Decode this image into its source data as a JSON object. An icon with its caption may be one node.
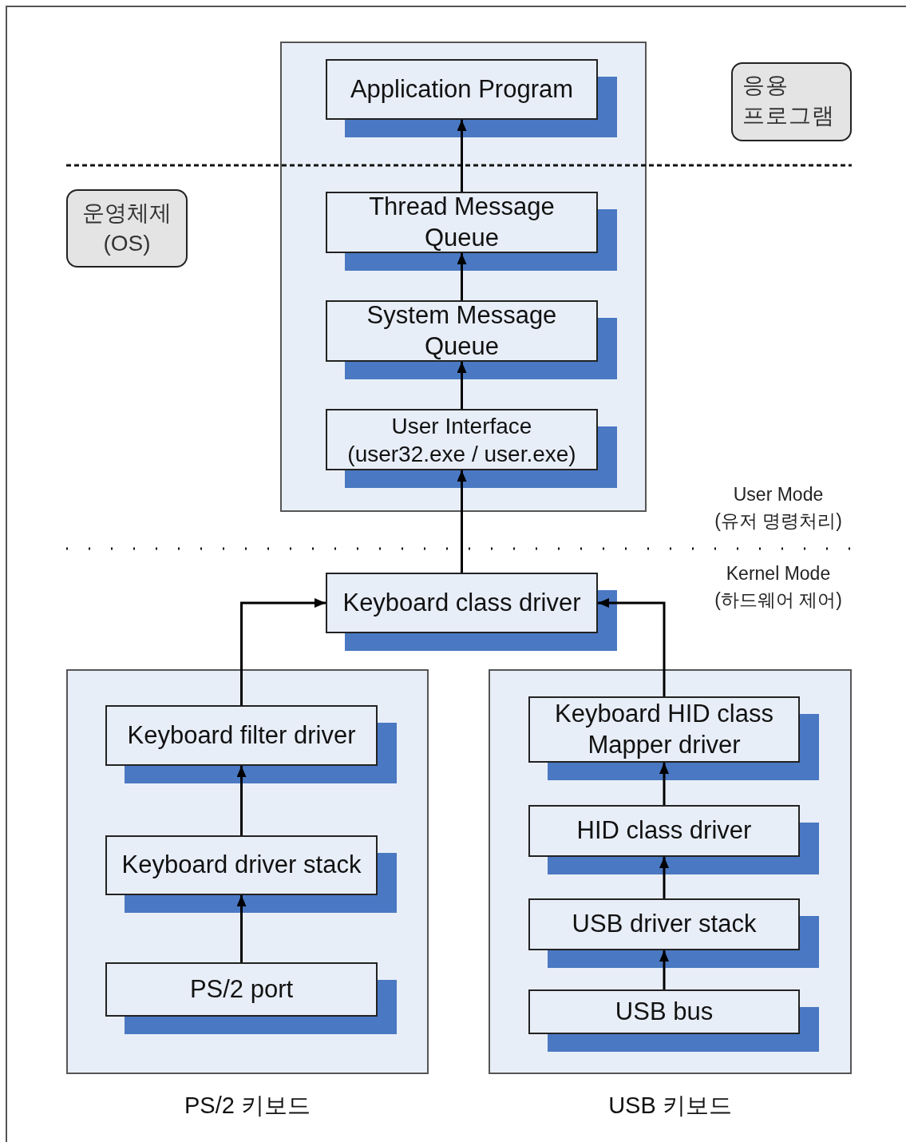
{
  "diagram": {
    "nodes": [
      {
        "text": [],
        "shape": "box"
      },
      {
        "text": [
          "Application Program"
        ],
        "in": 0
      },
      {
        "text": [
          "Thread Message Queue"
        ],
        "in": 0
      },
      {
        "text": [
          "System Message Queue"
        ],
        "in": 0
      },
      {
        "text": [
          "User Interface (user32.exe / user.exe)"
        ],
        "in": 0
      },
      {
        "text": [
          "Keyboard class driver"
        ]
      },
      {
        "text": [
          "PS/2 키보드"
        ]
      },
      {
        "text": [
          "Keyboard filter driver"
        ],
        "in": 6
      },
      {
        "text": [
          "Keyboard driver stack"
        ],
        "in": 6
      },
      {
        "text": [
          "PS/2 port"
        ],
        "in": 6
      },
      {
        "text": [
          "USB 키보드"
        ]
      },
      {
        "text": [
          "Keyboard HID class Mapper driver"
        ],
        "in": 10
      },
      {
        "text": [
          "HID class driver"
        ],
        "in": 10
      },
      {
        "text": [
          "USB driver stack"
        ],
        "in": 10
      },
      {
        "text": [
          "USB bus"
        ],
        "in": 10
      },
      {
        "text": [
          "응용 프로그램"
        ]
      },
      {
        "text": [
          "운영체제 (OS)"
        ]
      }
    ],
    "edges": [
      {
        "from": 2,
        "to": 1,
        "arrow": "to"
      },
      {
        "from": 3,
        "to": 2,
        "arrow": "to"
      },
      {
        "from": 4,
        "to": 3,
        "arrow": "to"
      },
      {
        "from": 5,
        "to": 4,
        "arrow": "to"
      },
      {
        "from": 7,
        "to": 5,
        "arrow": "to"
      },
      {
        "from": 8,
        "to": 7,
        "arrow": "to"
      },
      {
        "from": 9,
        "to": 8,
        "arrow": "to"
      },
      {
        "from": 11,
        "to": 5,
        "arrow": "to"
      },
      {
        "from": 12,
        "to": 11,
        "arrow": "to"
      },
      {
        "from": 13,
        "to": 12,
        "arrow": "to"
      },
      {
        "from": 14,
        "to": 13,
        "arrow": "to"
      }
    ],
    "labels": [
      "User Mode (유저 명령처리)",
      "Kernel Mode (하드웨어 제어)"
    ]
  }
}
